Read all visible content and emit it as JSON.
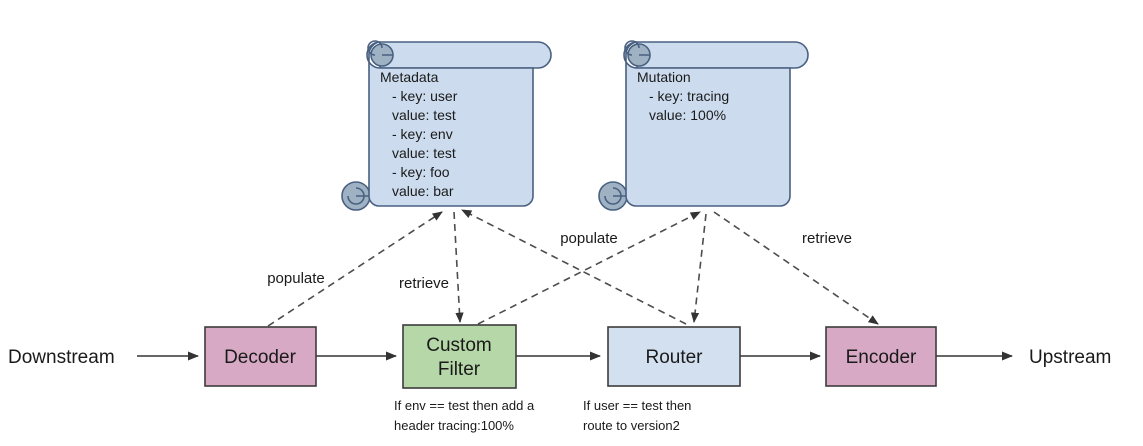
{
  "diagram": {
    "title": "Envoy filter chain with metadata and mutation scrolls",
    "colors": {
      "pink": "#d7a9c4",
      "green": "#b6d7a8",
      "blue": "#d3e0f0",
      "scroll_fill": "#ccdcee",
      "scroll_stroke": "#4a6080",
      "curl_fill": "#9fb2c4",
      "node_stroke": "#3c3c3c",
      "edge_solid": "#333333",
      "edge_dashed": "#4d4d4d",
      "background": "#ffffff"
    },
    "endpoints": {
      "downstream": "Downstream",
      "upstream": "Upstream"
    },
    "nodes": [
      {
        "id": "decoder",
        "label": "Decoder",
        "color": "#d7a9c4"
      },
      {
        "id": "custom-filter",
        "label_line1": "Custom",
        "label_line2": "Filter",
        "color": "#b6d7a8"
      },
      {
        "id": "router",
        "label": "Router",
        "color": "#d3e0f0"
      },
      {
        "id": "encoder",
        "label": "Encoder",
        "color": "#d7a9c4"
      }
    ],
    "captions": [
      {
        "id": "custom-filter-caption",
        "line1": "If env == test then add a",
        "line2": "header tracing:100%"
      },
      {
        "id": "router-caption",
        "line1": "If user == test then",
        "line2": "route to version2"
      }
    ],
    "scrolls": [
      {
        "id": "metadata",
        "title": "Metadata",
        "lines": [
          "- key: user",
          "  value: test",
          "- key: env",
          "  value: test",
          "- key: foo",
          "  value: bar"
        ]
      },
      {
        "id": "mutation",
        "title": "Mutation",
        "lines": [
          "- key: tracing",
          "  value: 100%"
        ]
      }
    ],
    "edge_labels": [
      {
        "id": "populate-metadata-from-decoder",
        "text": "populate"
      },
      {
        "id": "retrieve-metadata-to-custom-filter",
        "text": "retrieve"
      },
      {
        "id": "populate-mutation-from-custom-filter",
        "text": "populate"
      },
      {
        "id": "retrieve-mutation-to-encoder",
        "text": "retrieve"
      }
    ]
  }
}
